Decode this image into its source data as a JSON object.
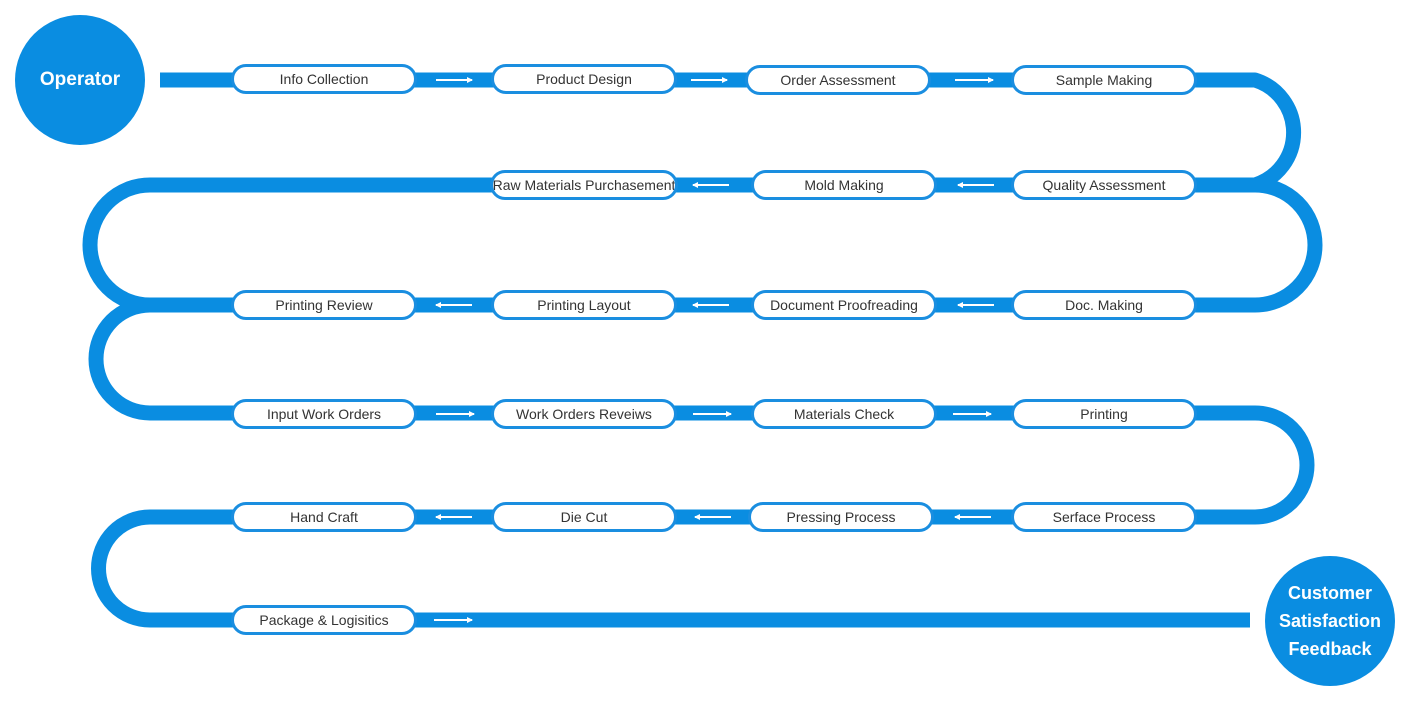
{
  "start": {
    "label": "Operator"
  },
  "end": {
    "label_lines": [
      "Customer",
      "Satisfaction",
      "Feedback"
    ]
  },
  "colors": {
    "track": "#0a8de1",
    "pill_border": "#1a8ee0",
    "pill_text": "#333333",
    "arrow": "#ffffff"
  },
  "rows": [
    {
      "direction": "right",
      "steps": [
        "Info Collection",
        "Product Design",
        "Order Assessment",
        "Sample Making"
      ]
    },
    {
      "direction": "left",
      "steps": [
        "Quality Assessment",
        "Mold Making",
        "Raw Materials Purchasement"
      ]
    },
    {
      "direction": "left",
      "steps": [
        "Doc. Making",
        "Document Proofreading",
        "Printing Layout",
        "Printing Review"
      ]
    },
    {
      "direction": "right",
      "steps": [
        "Input Work Orders",
        "Work Orders Reveiws",
        "Materials Check",
        "Printing"
      ]
    },
    {
      "direction": "left",
      "steps": [
        "Serface Process",
        "Pressing Process",
        "Die Cut",
        "Hand Craft"
      ]
    },
    {
      "direction": "right",
      "steps": [
        "Package & Logisitics"
      ]
    }
  ]
}
